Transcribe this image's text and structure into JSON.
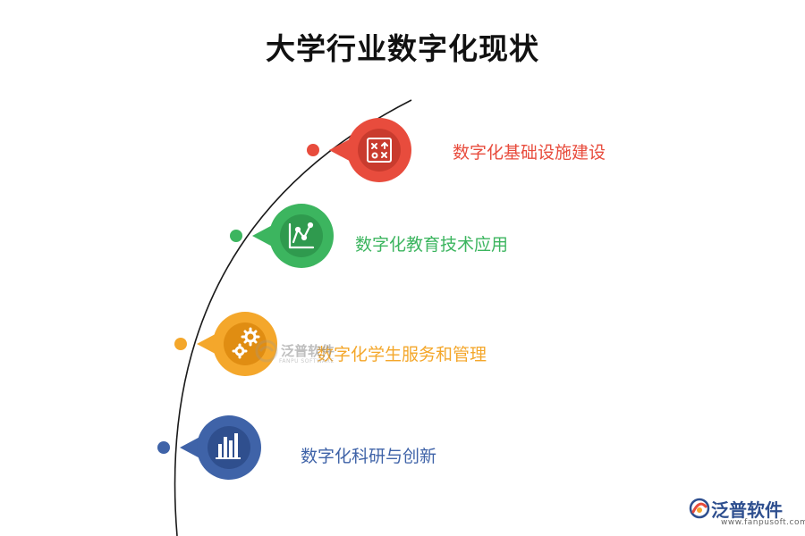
{
  "title": "大学行业数字化现状",
  "items": [
    {
      "label": "数字化基础设施建设",
      "color": "#e84c3d",
      "icon": "strategy-board-icon"
    },
    {
      "label": "数字化教育技术应用",
      "color": "#3cb55f",
      "icon": "line-chart-icon"
    },
    {
      "label": "数字化学生服务和管理",
      "color": "#f4a72b",
      "icon": "gears-icon"
    },
    {
      "label": "数字化科研与创新",
      "color": "#3f63a8",
      "icon": "bar-chart-icon"
    }
  ],
  "watermark": {
    "text": "泛普软件",
    "sub": "FANPU SOFTWARE"
  },
  "brand": {
    "name": "泛普软件",
    "url": "www.fanpusoft.com"
  }
}
